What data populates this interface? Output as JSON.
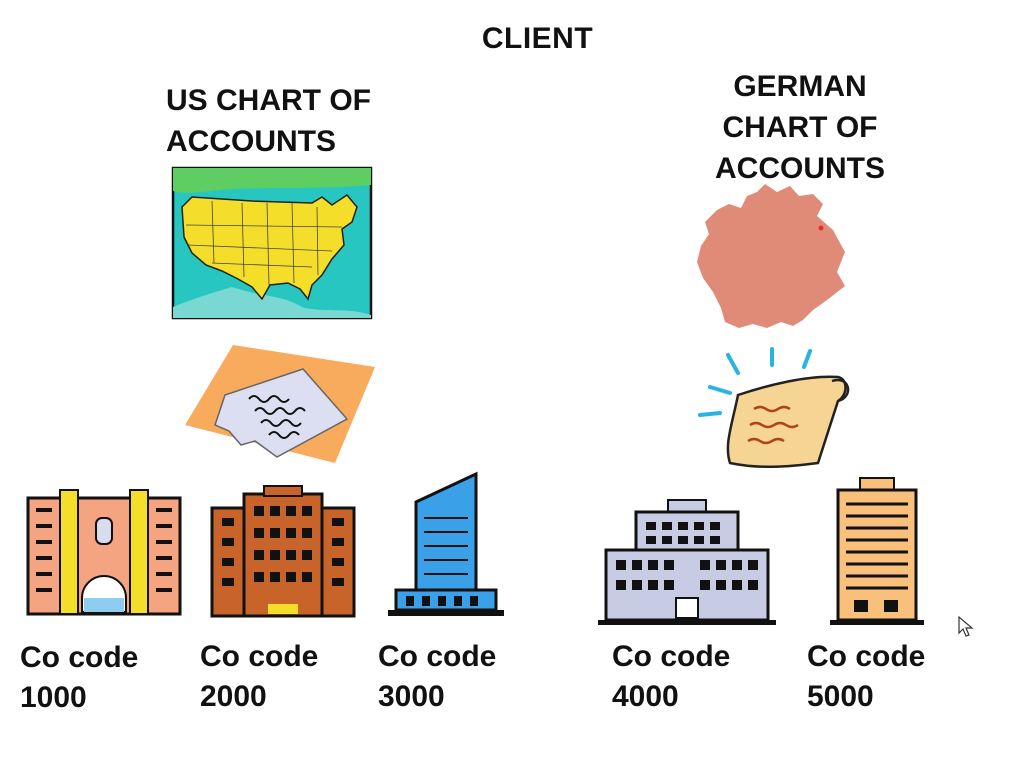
{
  "diagram": {
    "title": "CLIENT",
    "charts": [
      {
        "heading_lines": [
          "US CHART OF",
          "ACCOUNTS"
        ],
        "map_icon": "usa-map-icon",
        "document_icon": "torn-paper-icon"
      },
      {
        "heading_lines": [
          "GERMAN",
          "CHART OF",
          "ACCOUNTS"
        ],
        "map_icon": "germany-map-icon",
        "document_icon": "scroll-icon"
      }
    ],
    "company_codes": [
      {
        "label": "Co code",
        "code": "1000",
        "icon": "building-icon"
      },
      {
        "label": "Co code",
        "code": "2000",
        "icon": "building-icon"
      },
      {
        "label": "Co code",
        "code": "3000",
        "icon": "tower-icon"
      },
      {
        "label": "Co code",
        "code": "4000",
        "icon": "office-building-icon"
      },
      {
        "label": "Co code",
        "code": "5000",
        "icon": "highrise-icon"
      }
    ]
  },
  "colors": {
    "map_sea": "#28c6c0",
    "map_land": "#f5de2a",
    "germany": "#e08a78",
    "building1": "#f4a480",
    "building2": "#c8642a",
    "tower": "#3aa0e8",
    "office": "#c8cbe4",
    "highrise": "#f8c07a"
  }
}
